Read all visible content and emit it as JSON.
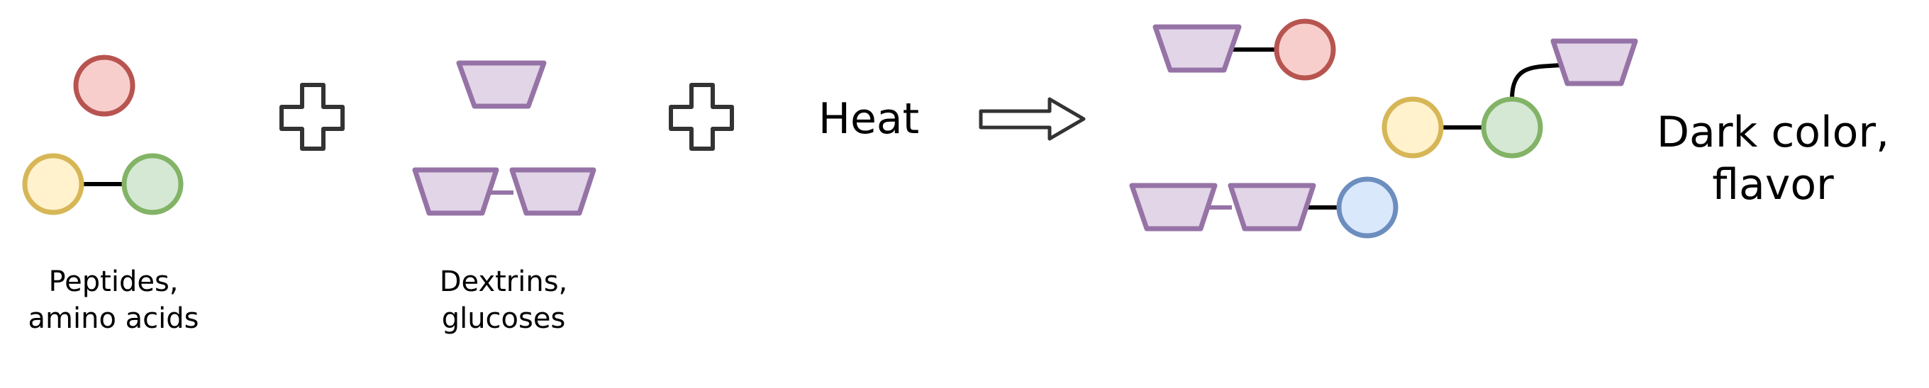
{
  "labels": {
    "peptides_line1": "Peptides,",
    "peptides_line2": "amino acids",
    "dextrins_line1": "Dextrins,",
    "dextrins_line2": "glucoses",
    "heat": "Heat",
    "result_line1": "Dark color,",
    "result_line2": "flavor"
  },
  "colors": {
    "red_fill": "#f8cecc",
    "red_stroke": "#b85450",
    "yellow_fill": "#fff2cc",
    "yellow_stroke": "#d6b656",
    "green_fill": "#d5e8d4",
    "green_stroke": "#82b366",
    "blue_fill": "#dae8fc",
    "blue_stroke": "#6c8ebf",
    "purple_fill": "#e1d5e7",
    "purple_stroke": "#9673a6",
    "operator_stroke": "#333333"
  },
  "icons": [
    "plus-icon",
    "right-arrow-icon"
  ]
}
